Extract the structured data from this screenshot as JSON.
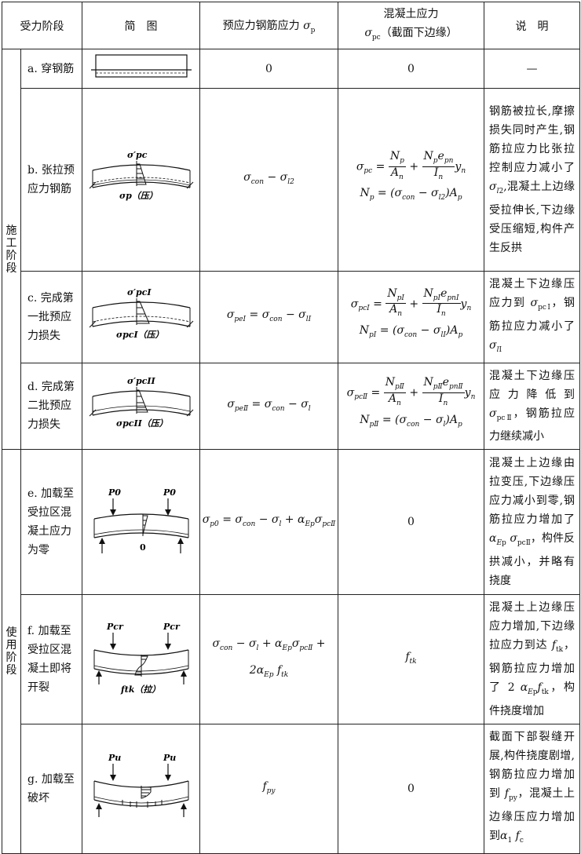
{
  "header": {
    "phase": "受力阶段",
    "diagram": "简　图",
    "steel_stress": "预应力钢筋应力 σp",
    "concrete_stress_1": "混凝土应力",
    "concrete_stress_2": "σpc（截面下边缘）",
    "note": "说　明"
  },
  "groups": [
    {
      "label": "施工阶段"
    },
    {
      "label": "使用阶段"
    }
  ],
  "rows": [
    {
      "stage": "a. 穿钢筋",
      "steel": "0",
      "concrete": "0",
      "note": "—"
    },
    {
      "stage": "b. 张拉预应力钢筋",
      "steel": "σcon − σl2",
      "concrete": "σpc = Np/An + Np·epn/In·yn ；Np = (σcon − σl2)Ap",
      "note": "钢筋被拉长,摩擦损失同时产生,钢筋拉应力比张拉控制应力减小了 σl2,混凝土上边缘受拉伸长,下边缘受压缩短,构件产生反拱"
    },
    {
      "stage": "c. 完成第一批预应力损失",
      "steel": "σpeI = σcon − σlI",
      "concrete": "σpcI = NpI/An + NpI·epnI/In·yn ；NpI = (σcon − σlI)Ap",
      "note": "混凝土下边缘压应力到 σpcI，钢筋拉应力减小了 σlI"
    },
    {
      "stage": "d. 完成第二批预应力损失",
      "steel": "σpeII = σcon − σl",
      "concrete": "σpcII = NpII/An + NpII·epnII/In·yn ；NpII = (σcon − σl)Ap",
      "note": "混凝土下边缘压应力降低到 σpcII，钢筋拉应力继续减小"
    },
    {
      "stage": "e. 加载至受拉区混凝土应力为零",
      "steel": "σp0 = σcon − σl + αEp σpcII",
      "concrete": "0",
      "note": "混凝土上边缘由拉变压,下边缘压应力减小到零,钢筋拉应力增加了 αEp σpcII，构件反拱减小，并略有挠度"
    },
    {
      "stage": "f. 加载至受拉区混凝土即将开裂",
      "steel": "σcon − σl + αEp σpcII + 2αEp ftk",
      "concrete": "ftk",
      "note": "混凝土上边缘压应力增加,下边缘拉应力到达 ftk，钢筋拉应力增加了 2 αEp ftk，构件挠度增加"
    },
    {
      "stage": "g. 加载至破坏",
      "steel": "fpy",
      "concrete": "0",
      "note": "截面下部裂缝开展,构件挠度剧增,钢筋拉应力增加到 fpy，混凝土上边缘压应力增加到α1 fc"
    }
  ],
  "diagram_labels": {
    "b_top": "σ′pc",
    "b_bot": "σp（压）",
    "c_top": "σ′pcI",
    "c_bot": "σpcI（压）",
    "d_top": "σ′pcII",
    "d_bot": "σpcII（压）",
    "e_load": "P0",
    "e_zero": "0",
    "f_load": "Pcr",
    "f_bot": "ftk（拉）",
    "g_load": "Pu"
  }
}
